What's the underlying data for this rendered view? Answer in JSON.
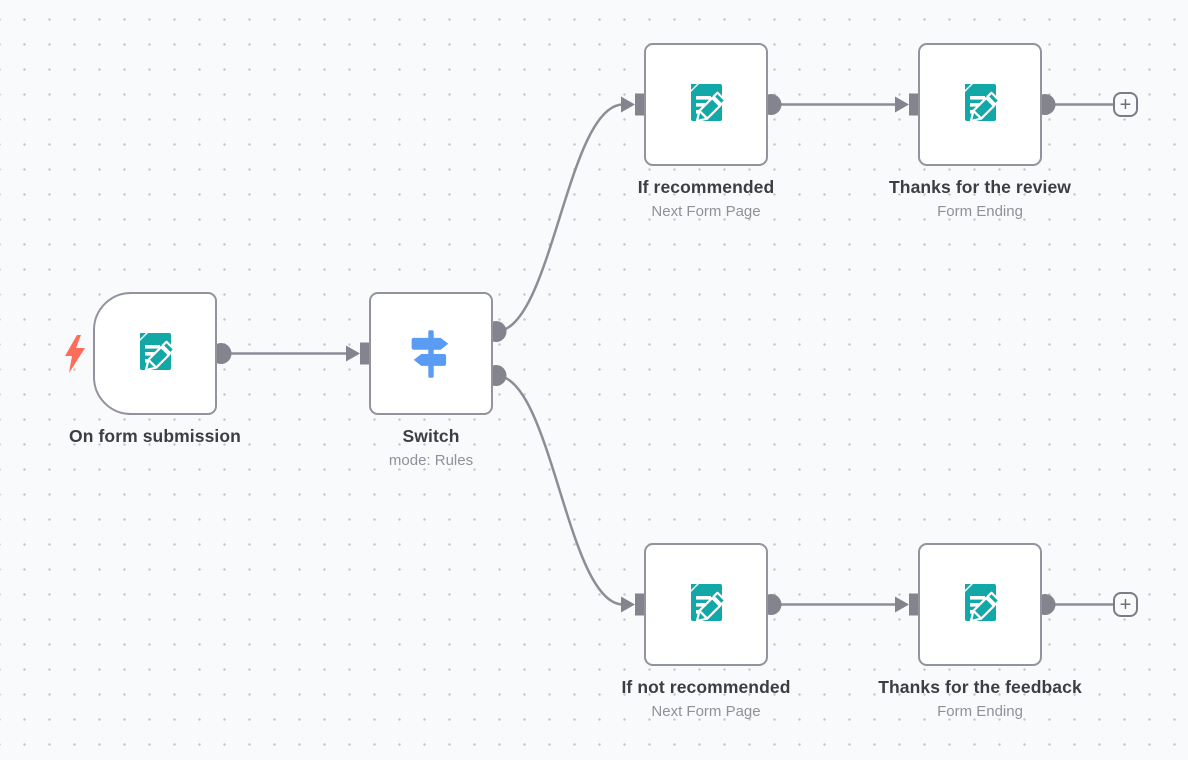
{
  "app": {
    "name": "workflow-canvas",
    "type": "node-editor"
  },
  "colors": {
    "canvas_bg": "#f9fafb",
    "grid_dot": "#c8cacf",
    "node_border": "#93939d",
    "connector_gray": "#84848e",
    "line_gray": "#8d8d97",
    "form_icon_teal": "#13a8a8",
    "switch_icon_blue": "#5a9cf3",
    "trigger_bolt_coral": "#ff6d5a",
    "label_text": "#3b3e45",
    "subtitle_text": "#8e919a"
  },
  "nodes": [
    {
      "id": "on-form-submission",
      "label": "On form submission",
      "subtitle": "",
      "icon": "form-pencil-icon",
      "kind": "trigger"
    },
    {
      "id": "switch",
      "label": "Switch",
      "subtitle": "mode: Rules",
      "icon": "signpost-icon",
      "kind": "switch"
    },
    {
      "id": "if-recommended",
      "label": "If recommended",
      "subtitle": "Next Form Page",
      "icon": "form-pencil-icon",
      "kind": "form-page"
    },
    {
      "id": "thanks-for-the-review",
      "label": "Thanks for the review",
      "subtitle": "Form Ending",
      "icon": "form-pencil-icon",
      "kind": "form-ending"
    },
    {
      "id": "if-not-recommended",
      "label": "If not recommended",
      "subtitle": "Next Form Page",
      "icon": "form-pencil-icon",
      "kind": "form-page"
    },
    {
      "id": "thanks-for-the-feedback",
      "label": "Thanks for the feedback",
      "subtitle": "Form Ending",
      "icon": "form-pencil-icon",
      "kind": "form-ending"
    }
  ],
  "connections": [
    {
      "from": "on-form-submission",
      "to": "switch"
    },
    {
      "from": "switch",
      "to": "if-recommended",
      "output": 0
    },
    {
      "from": "switch",
      "to": "if-not-recommended",
      "output": 1
    },
    {
      "from": "if-recommended",
      "to": "thanks-for-the-review"
    },
    {
      "from": "thanks-for-the-review",
      "to": "add-node-button-top"
    },
    {
      "from": "if-not-recommended",
      "to": "thanks-for-the-feedback"
    },
    {
      "from": "thanks-for-the-feedback",
      "to": "add-node-button-bottom"
    }
  ],
  "plus": {
    "label": "+"
  }
}
